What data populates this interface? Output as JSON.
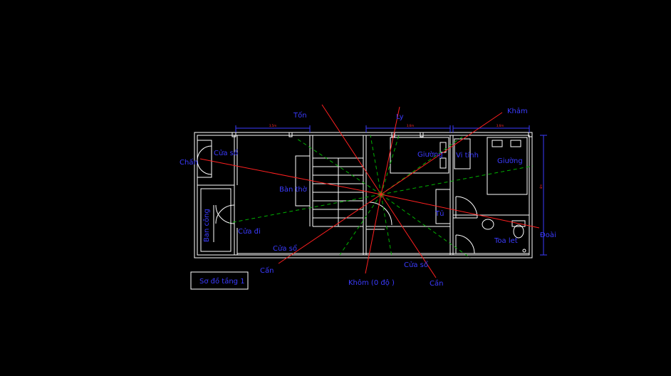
{
  "colors": {
    "background": "#000000",
    "wall": "#ffffff",
    "label": "#3b3bff",
    "red_line": "#ff2020",
    "green_line": "#00b300",
    "dimension": "#ff2a2a"
  },
  "labels": {
    "ton": "Tốn",
    "ly": "Ly",
    "khan": "Khảm",
    "chan": "Chấn",
    "cua_so_1": "Cửa sổ",
    "ban_tho": "Bàn thờ",
    "giuong_1": "Giường",
    "vi_tinh": "Vi tính",
    "giuong_2": "Giường",
    "ban_cong": "Ban công",
    "cua_di": "Cửa đi",
    "tu": "Tủ",
    "doai": "Đoài",
    "toa_let": "Toa let",
    "cua_so_2": "Cửa sổ",
    "can_left": "Cấn",
    "cua_so_3": "Cửa sổ",
    "khom": "Khôm (0 độ )",
    "can_right": "Cần",
    "title_box": "Sơ đồ tầng 1"
  },
  "dimensions": {
    "d1": "3,5m",
    "d2": "3,6m",
    "d3": "3,6m",
    "d4": "4m"
  }
}
